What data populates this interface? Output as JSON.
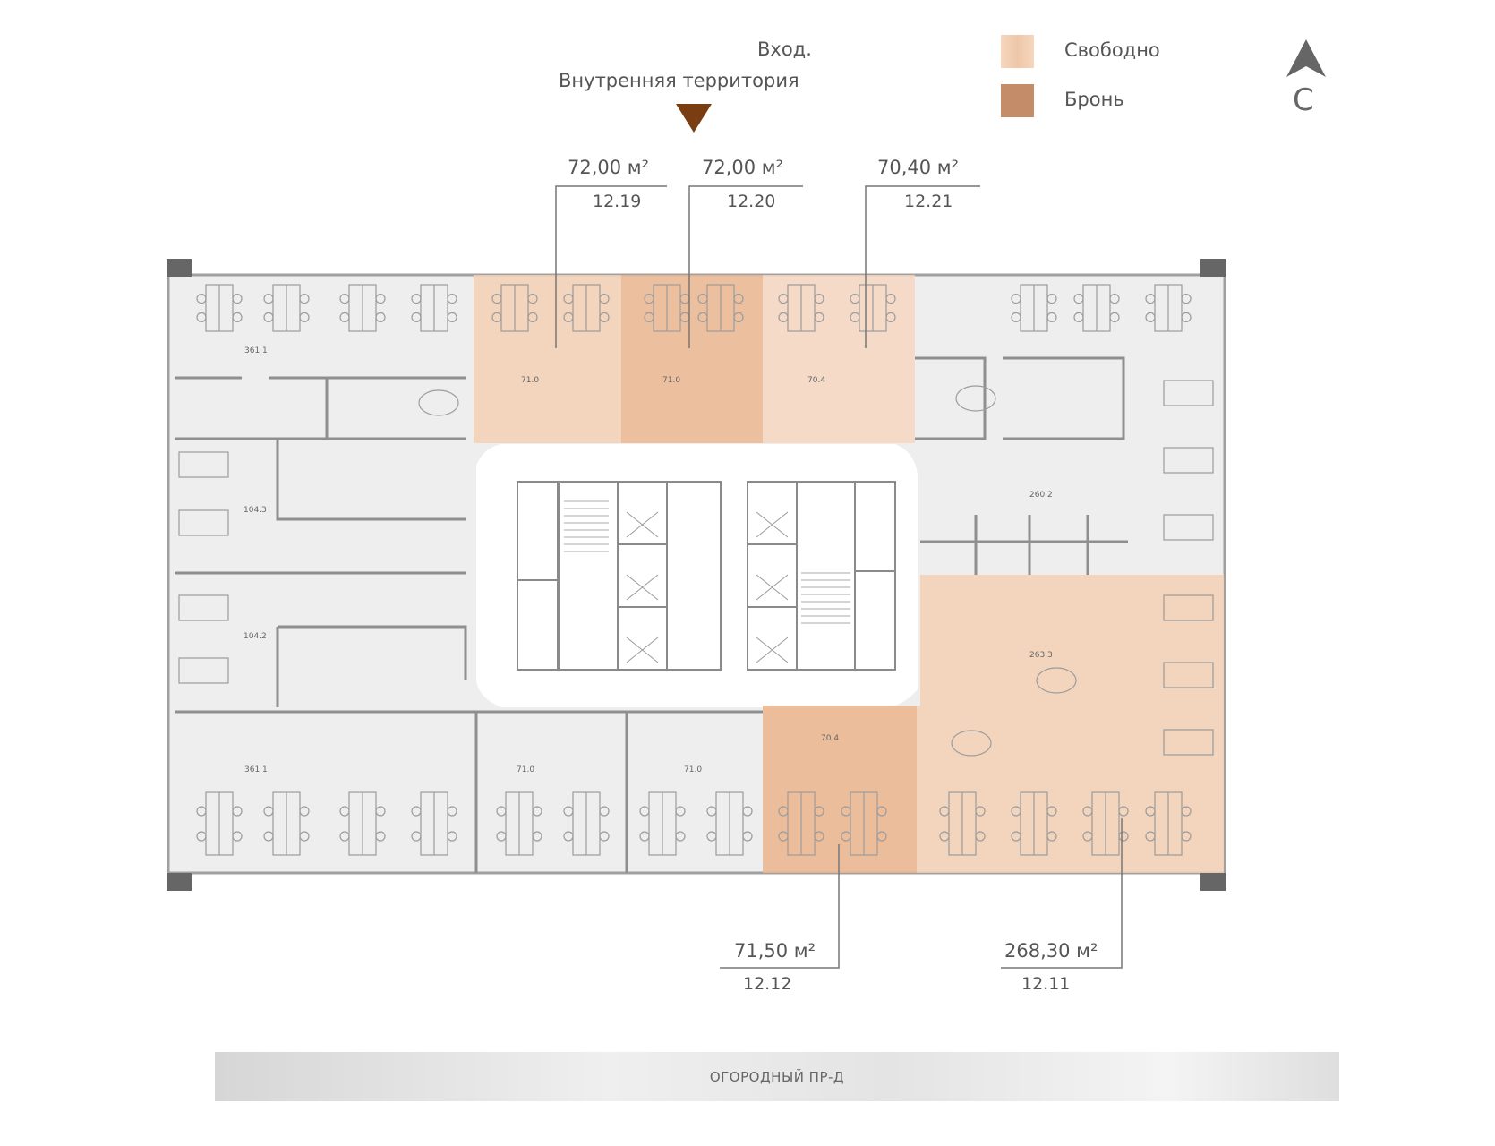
{
  "entrance": {
    "line1": "Вход.",
    "line2": "Внутренняя территория"
  },
  "legend": [
    {
      "label": "Свободно",
      "color": "#f5d3b8"
    },
    {
      "label": "Бронь",
      "color": "#c48c68"
    }
  ],
  "compass": {
    "label": "С"
  },
  "units": [
    {
      "area": "72,00 м²",
      "number": "12.19",
      "status": "free"
    },
    {
      "area": "72,00 м²",
      "number": "12.20",
      "status": "booked"
    },
    {
      "area": "70,40 м²",
      "number": "12.21",
      "status": "free"
    },
    {
      "area": "71,50 м²",
      "number": "12.12",
      "status": "booked"
    },
    {
      "area": "268,30 м²",
      "number": "12.11",
      "status": "free"
    }
  ],
  "room_labels": [
    "361.1",
    "104.3",
    "104.2",
    "361.1",
    "71.0",
    "71.0",
    "71.0",
    "71.0",
    "70.4",
    "260.2",
    "263.3",
    "70.4"
  ],
  "street": {
    "name": "ОГОРОДНЫЙ ПР-Д"
  },
  "colors": {
    "free": "#f3cfb3",
    "booked": "#ebb690",
    "plan_bg": "#eeeeef",
    "wall": "#9a9a9a",
    "entrance_arrow": "#7a3d12"
  }
}
